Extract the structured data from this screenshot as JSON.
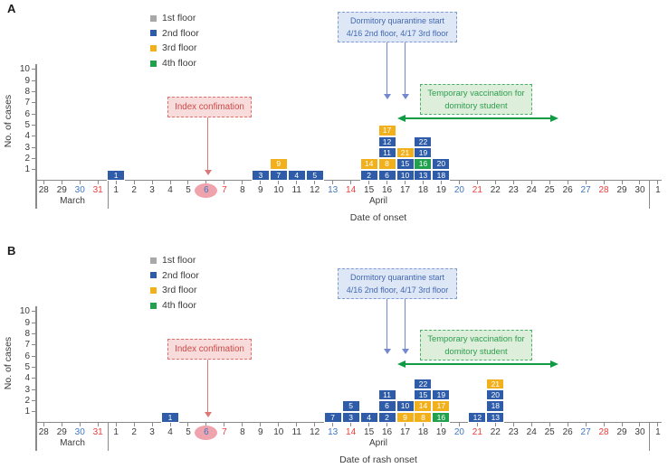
{
  "figure_labels": {
    "panel_a": "A",
    "panel_b": "B"
  },
  "legend": [
    {
      "label": "1st floor",
      "floor": "1st"
    },
    {
      "label": "2nd floor",
      "floor": "2nd"
    },
    {
      "label": "3rd floor",
      "floor": "3rd"
    },
    {
      "label": "4th floor",
      "floor": "4th"
    }
  ],
  "y_axis": {
    "label": "No. of cases",
    "ticks": [
      "1",
      "2",
      "3",
      "4",
      "5",
      "6",
      "7",
      "8",
      "9",
      "10"
    ]
  },
  "x_axis": {
    "month_labels": [
      "March",
      "April"
    ],
    "dates": [
      {
        "t": "28",
        "c": "k"
      },
      {
        "t": "29",
        "c": "k"
      },
      {
        "t": "30",
        "c": "b"
      },
      {
        "t": "31",
        "c": "r"
      },
      {
        "t": "1",
        "c": "k"
      },
      {
        "t": "2",
        "c": "k"
      },
      {
        "t": "3",
        "c": "k"
      },
      {
        "t": "4",
        "c": "k"
      },
      {
        "t": "5",
        "c": "k"
      },
      {
        "t": "6",
        "c": "b",
        "h": true
      },
      {
        "t": "7",
        "c": "r"
      },
      {
        "t": "8",
        "c": "k"
      },
      {
        "t": "9",
        "c": "k"
      },
      {
        "t": "10",
        "c": "k"
      },
      {
        "t": "11",
        "c": "k"
      },
      {
        "t": "12",
        "c": "k"
      },
      {
        "t": "13",
        "c": "b"
      },
      {
        "t": "14",
        "c": "r"
      },
      {
        "t": "15",
        "c": "k"
      },
      {
        "t": "16",
        "c": "k"
      },
      {
        "t": "17",
        "c": "k"
      },
      {
        "t": "18",
        "c": "k"
      },
      {
        "t": "19",
        "c": "k"
      },
      {
        "t": "20",
        "c": "b"
      },
      {
        "t": "21",
        "c": "r"
      },
      {
        "t": "22",
        "c": "k"
      },
      {
        "t": "23",
        "c": "k"
      },
      {
        "t": "24",
        "c": "k"
      },
      {
        "t": "25",
        "c": "k"
      },
      {
        "t": "26",
        "c": "k"
      },
      {
        "t": "27",
        "c": "b"
      },
      {
        "t": "28",
        "c": "r"
      },
      {
        "t": "29",
        "c": "k"
      },
      {
        "t": "30",
        "c": "k"
      },
      {
        "t": "1",
        "c": "k"
      }
    ]
  },
  "annotations": {
    "index_confirmation": {
      "text": "Index confimation",
      "arrow_points_to": "4/6"
    },
    "quarantine": {
      "line1": "Dormitory quarantine start",
      "line2": "4/16 2nd floor, 4/17 3rd floor",
      "arrows_point_to": [
        "4/16",
        "4/17"
      ]
    },
    "vaccination": {
      "line1": "Temporary vaccination for",
      "line2": "domitory student",
      "arrow_span": [
        "4/17",
        "4/25"
      ]
    }
  },
  "colors": {
    "floor_1st": "#a8a8a8",
    "floor_2nd": "#2e5ca8",
    "floor_3rd": "#f2b11c",
    "floor_4th": "#21a14d",
    "date_black": "#3b3b3b",
    "date_blue": "#3f78c1",
    "date_red": "#e8403c",
    "highlight_ellipse": "#efa3ac",
    "axis": "#8a8a8a",
    "index_accent": "#d97876",
    "quarantine_accent": "#7488cf",
    "vaccination_accent": "#119b45"
  },
  "chart_data": [
    {
      "type": "bar",
      "panel": "A",
      "stacked_unit_cases": true,
      "title": "Cases by date of onset (numbered case boxes colored by dormitory floor)",
      "xlabel": "Date of onset",
      "ylabel": "No. of cases",
      "ylim": [
        0,
        10
      ],
      "x_range": [
        "3/28",
        "5/1"
      ],
      "days": [
        {
          "date": "4/1",
          "cases": [
            {
              "case": 1,
              "floor": "2nd"
            }
          ]
        },
        {
          "date": "4/9",
          "cases": [
            {
              "case": 3,
              "floor": "2nd"
            }
          ]
        },
        {
          "date": "4/10",
          "cases": [
            {
              "case": 7,
              "floor": "2nd"
            },
            {
              "case": 9,
              "floor": "3rd"
            }
          ]
        },
        {
          "date": "4/11",
          "cases": [
            {
              "case": 4,
              "floor": "2nd"
            }
          ]
        },
        {
          "date": "4/12",
          "cases": [
            {
              "case": 5,
              "floor": "2nd"
            }
          ]
        },
        {
          "date": "4/15",
          "cases": [
            {
              "case": 2,
              "floor": "2nd"
            },
            {
              "case": 14,
              "floor": "3rd"
            }
          ]
        },
        {
          "date": "4/16",
          "cases": [
            {
              "case": 6,
              "floor": "2nd"
            },
            {
              "case": 8,
              "floor": "3rd"
            },
            {
              "case": 11,
              "floor": "2nd"
            },
            {
              "case": 12,
              "floor": "2nd"
            },
            {
              "case": 17,
              "floor": "3rd"
            }
          ]
        },
        {
          "date": "4/17",
          "cases": [
            {
              "case": 10,
              "floor": "2nd"
            },
            {
              "case": 15,
              "floor": "2nd"
            },
            {
              "case": 21,
              "floor": "3rd"
            }
          ]
        },
        {
          "date": "4/18",
          "cases": [
            {
              "case": 13,
              "floor": "2nd"
            },
            {
              "case": 16,
              "floor": "4th"
            },
            {
              "case": 19,
              "floor": "2nd"
            },
            {
              "case": 22,
              "floor": "2nd"
            }
          ]
        },
        {
          "date": "4/19",
          "cases": [
            {
              "case": 18,
              "floor": "2nd"
            },
            {
              "case": 20,
              "floor": "2nd"
            }
          ]
        }
      ]
    },
    {
      "type": "bar",
      "panel": "B",
      "stacked_unit_cases": true,
      "title": "Cases by date of rash onset (numbered case boxes colored by dormitory floor)",
      "xlabel": "Date of rash onset",
      "ylabel": "No. of cases",
      "ylim": [
        0,
        10
      ],
      "x_range": [
        "3/28",
        "5/1"
      ],
      "days": [
        {
          "date": "4/4",
          "cases": [
            {
              "case": 1,
              "floor": "2nd"
            }
          ]
        },
        {
          "date": "4/13",
          "cases": [
            {
              "case": 7,
              "floor": "2nd"
            }
          ]
        },
        {
          "date": "4/14",
          "cases": [
            {
              "case": 3,
              "floor": "2nd"
            },
            {
              "case": 5,
              "floor": "2nd"
            }
          ]
        },
        {
          "date": "4/15",
          "cases": [
            {
              "case": 4,
              "floor": "2nd"
            }
          ]
        },
        {
          "date": "4/16",
          "cases": [
            {
              "case": 2,
              "floor": "2nd"
            },
            {
              "case": 6,
              "floor": "2nd"
            },
            {
              "case": 11,
              "floor": "2nd"
            }
          ]
        },
        {
          "date": "4/17",
          "cases": [
            {
              "case": 9,
              "floor": "3rd"
            },
            {
              "case": 10,
              "floor": "2nd"
            }
          ]
        },
        {
          "date": "4/18",
          "cases": [
            {
              "case": 8,
              "floor": "3rd"
            },
            {
              "case": 14,
              "floor": "3rd"
            },
            {
              "case": 15,
              "floor": "2nd"
            },
            {
              "case": 22,
              "floor": "2nd"
            }
          ]
        },
        {
          "date": "4/19",
          "cases": [
            {
              "case": 16,
              "floor": "4th"
            },
            {
              "case": 17,
              "floor": "3rd"
            },
            {
              "case": 19,
              "floor": "2nd"
            }
          ]
        },
        {
          "date": "4/21",
          "cases": [
            {
              "case": 12,
              "floor": "2nd"
            }
          ]
        },
        {
          "date": "4/22",
          "cases": [
            {
              "case": 13,
              "floor": "2nd"
            },
            {
              "case": 18,
              "floor": "2nd"
            },
            {
              "case": 20,
              "floor": "2nd"
            },
            {
              "case": 21,
              "floor": "3rd"
            }
          ]
        }
      ]
    }
  ]
}
